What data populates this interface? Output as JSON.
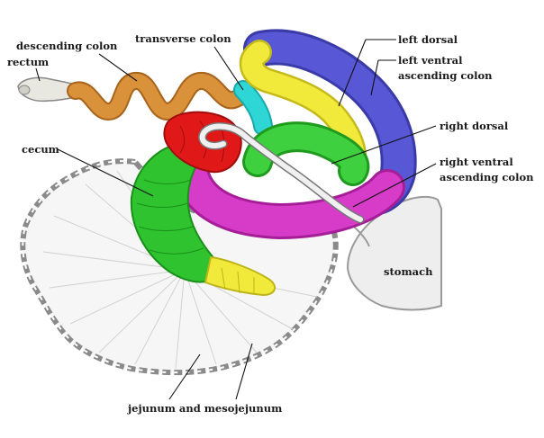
{
  "labels": {
    "descending_colon": "descending colon",
    "rectum": "rectum",
    "transverse_colon": "transverse colon",
    "left_dorsal": "left dorsal",
    "left_ventral_line1": "left ventral",
    "left_ventral_line2": "ascending colon",
    "right_dorsal": "right dorsal",
    "right_ventral_line1": "right ventral",
    "right_ventral_line2": "ascending colon",
    "cecum": "cecum",
    "stomach": "stomach",
    "jejunum": "jejunum and mesojejunum"
  },
  "colors": {
    "descending_colon": "#d9913a",
    "rectum": "#e8e8e0",
    "transverse_colon": "#2fd6d6",
    "left_dorsal": "#f2ea3a",
    "left_ventral": "#5858d6",
    "right_dorsal": "#3fd03f",
    "right_ventral": "#d63cc8",
    "cecum_body": "#2fc42f",
    "cecum_apex": "#f2ea3a",
    "pelvic_flexure": "#e01818",
    "stomach": "#eeeeee",
    "mesentery": "#f7f7f7"
  }
}
